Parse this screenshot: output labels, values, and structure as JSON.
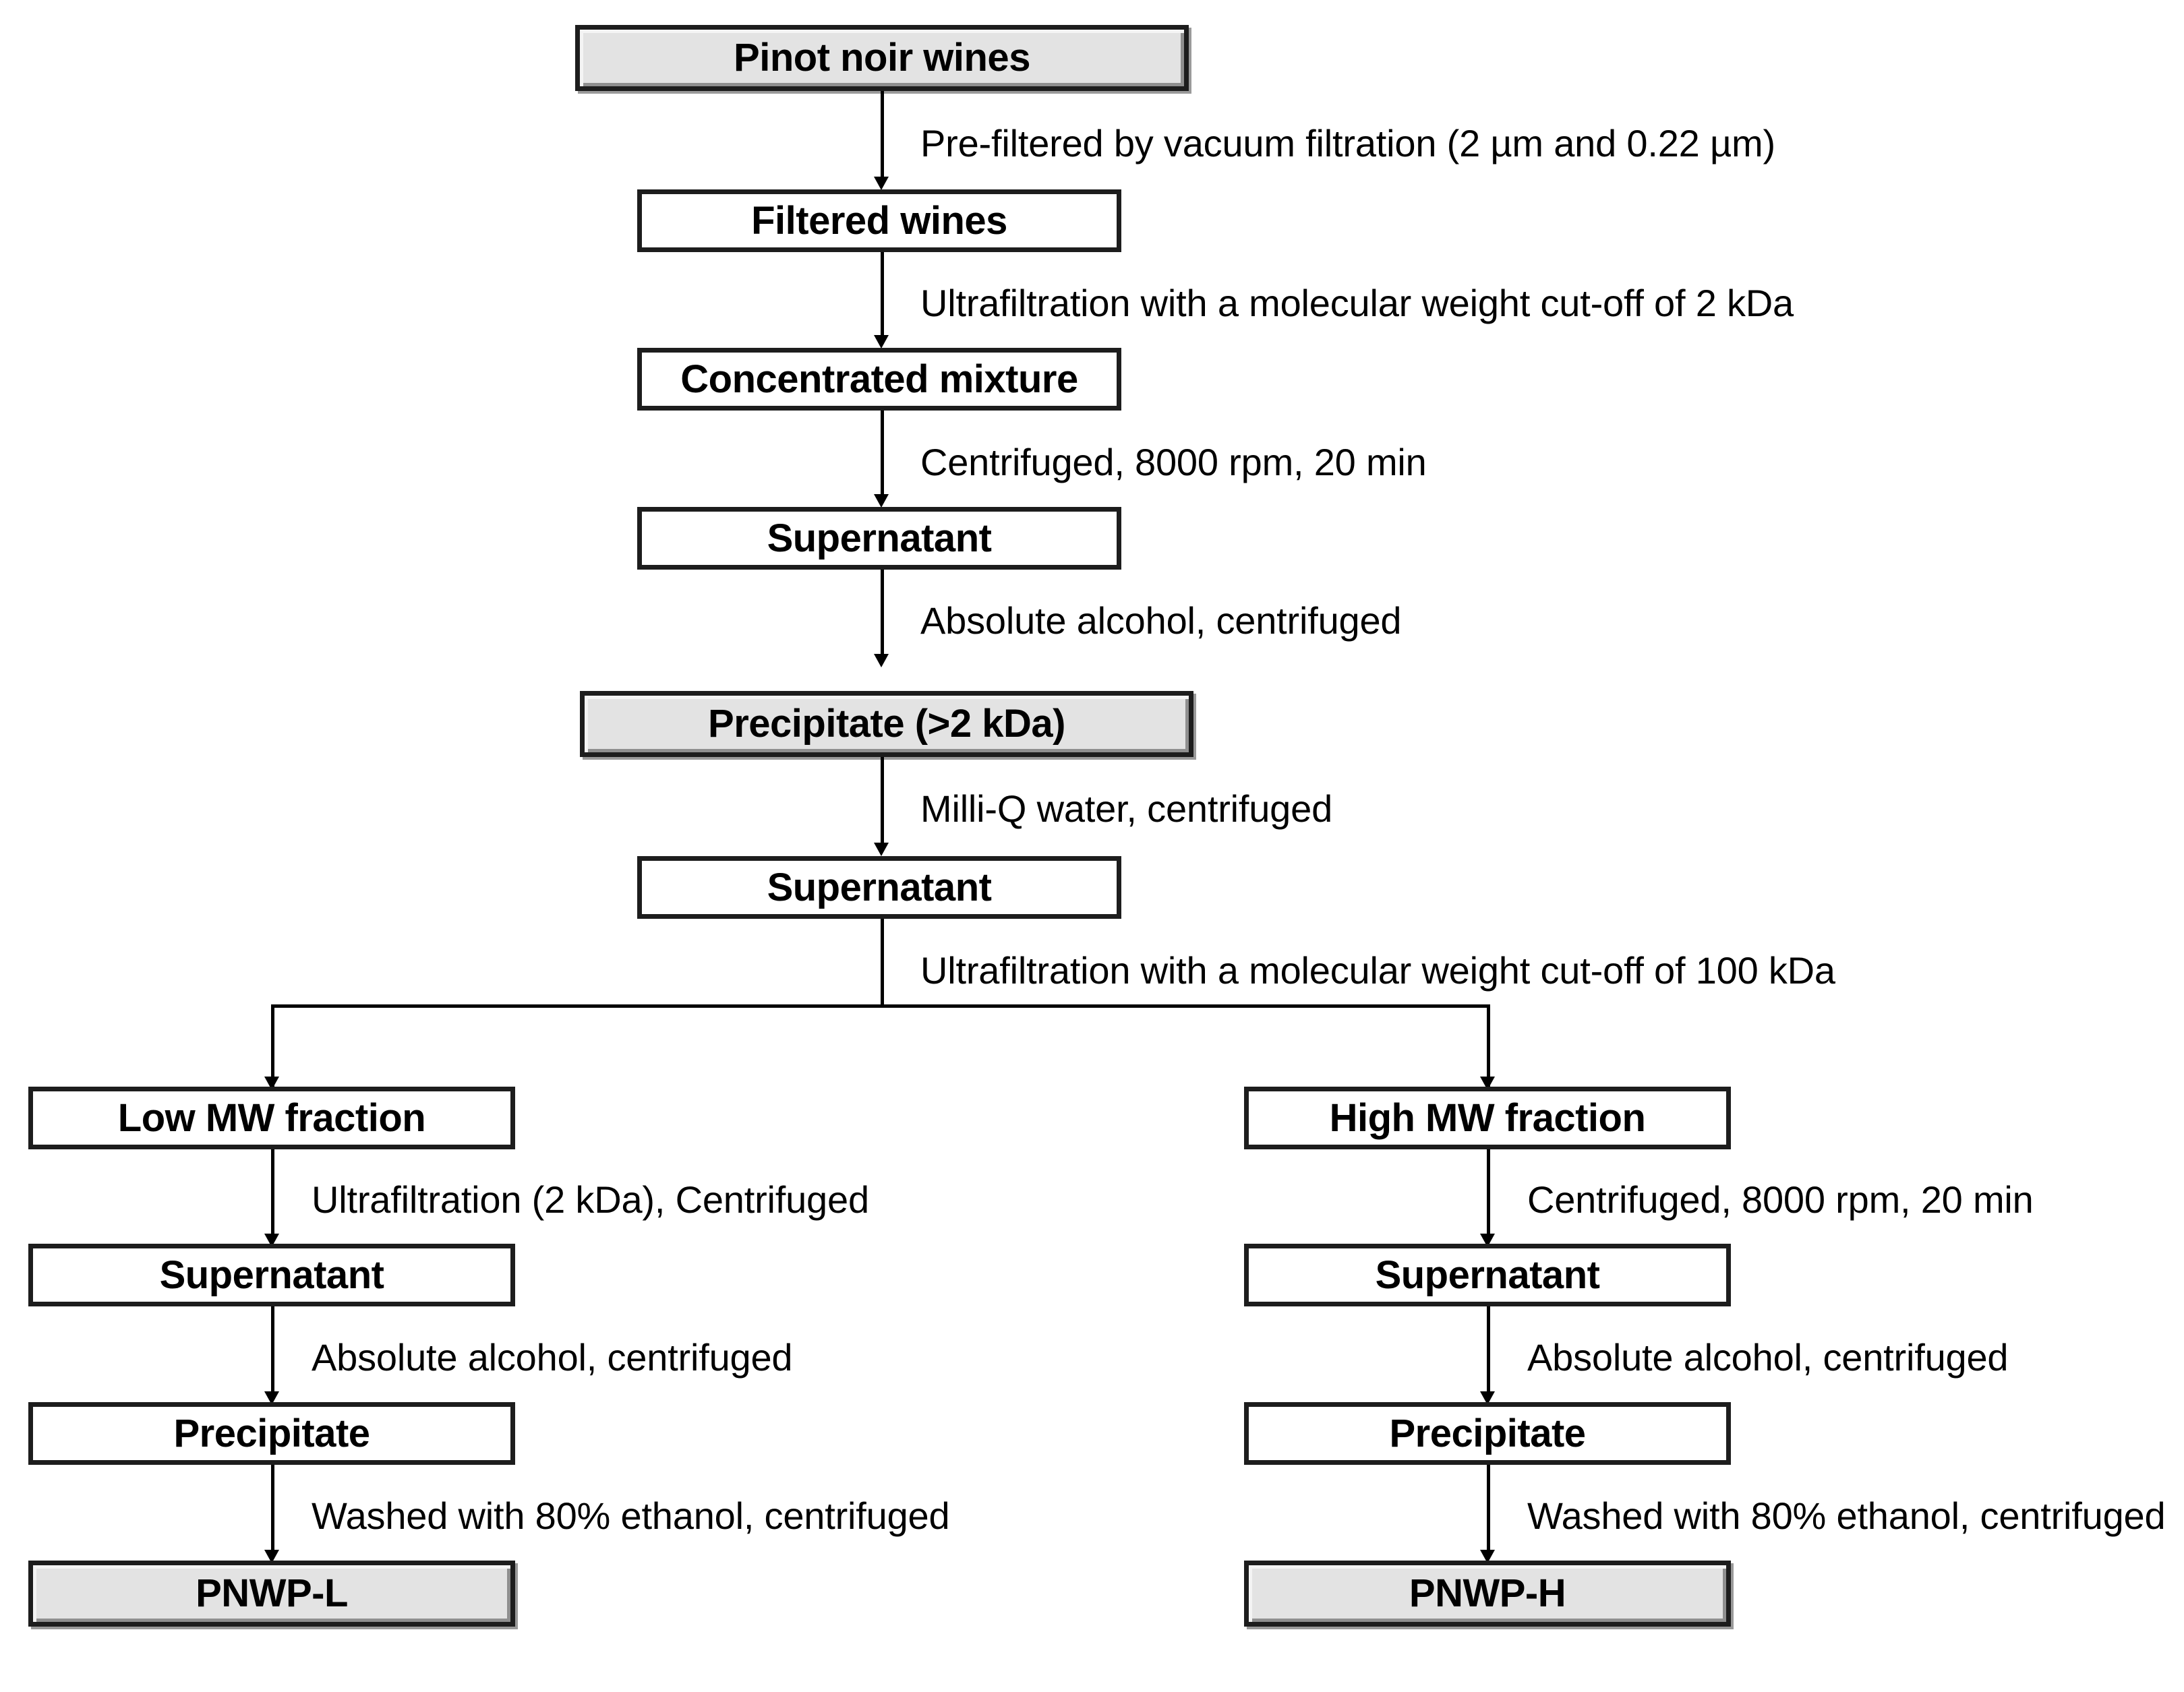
{
  "diagram": {
    "title": "Pinot noir wine polysaccharide extraction flowchart",
    "colors": {
      "highlight_fill": "#e3e3e3",
      "plain_fill": "#ffffff",
      "stroke": "#1d1d1d",
      "connector": "#000000"
    },
    "nodes": {
      "pinot_noir_wines": "Pinot noir wines",
      "filtered_wines": "Filtered wines",
      "concentrated_mixture": "Concentrated mixture",
      "supernatant_1": "Supernatant",
      "precipitate_2kda": "Precipitate (>2 kDa)",
      "supernatant_2": "Supernatant",
      "low_mw_fraction": "Low MW fraction",
      "supernatant_low": "Supernatant",
      "precipitate_low": "Precipitate",
      "pnwp_l": "PNWP-L",
      "high_mw_fraction": "High MW fraction",
      "supernatant_high": "Supernatant",
      "precipitate_high": "Precipitate",
      "pnwp_h": "PNWP-H"
    },
    "edges": {
      "prefiltered": "Pre-filtered by vacuum filtration (2 µm and 0.22 µm)",
      "ultrafiltration_2kda": "Ultrafiltration with a molecular weight cut-off of 2 kDa",
      "centrifuged_8000_1": "Centrifuged, 8000 rpm, 20 min",
      "absolute_alcohol_1": "Absolute alcohol, centrifuged",
      "milliq_water": "Milli-Q water, centrifuged",
      "ultrafiltration_100kda": "Ultrafiltration with a molecular weight cut-off of 100 kDa",
      "ultrafiltration_2kda_centrifuged": "Ultrafiltration (2 kDa), Centrifuged",
      "absolute_alcohol_low": "Absolute alcohol, centrifuged",
      "washed_ethanol_low": "Washed with 80% ethanol, centrifuged",
      "centrifuged_8000_2": "Centrifuged, 8000 rpm, 20 min",
      "absolute_alcohol_high": "Absolute alcohol, centrifuged",
      "washed_ethanol_high": "Washed with 80% ethanol, centrifuged"
    }
  }
}
